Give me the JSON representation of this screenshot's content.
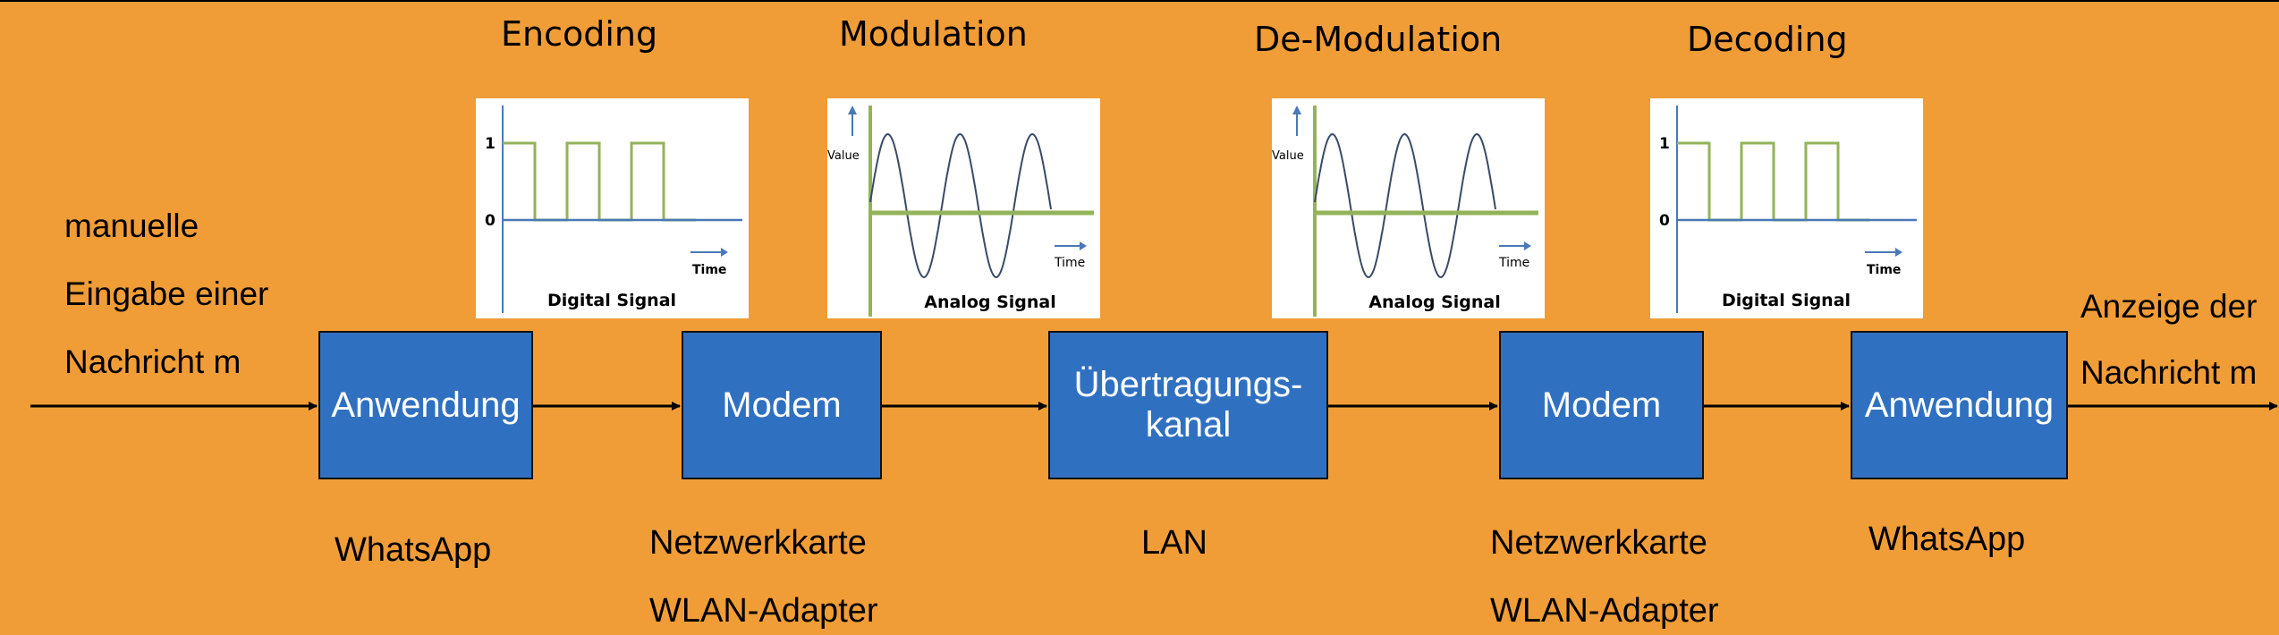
{
  "stages": {
    "encoding": "Encoding",
    "modulation": "Modulation",
    "demodulation": "De-Modulation",
    "decoding": "Decoding"
  },
  "input_text": [
    "manuelle",
    "Eingabe einer",
    "Nachricht m"
  ],
  "output_text": [
    "Anzeige der",
    "Nachricht m"
  ],
  "boxes": [
    {
      "label": "Anwendung"
    },
    {
      "label": "Modem"
    },
    {
      "label": "Übertragungs-\nkanal",
      "line1": "Übertragungs-",
      "line2": "kanal"
    },
    {
      "label": "Modem"
    },
    {
      "label": "Anwendung"
    }
  ],
  "sub_labels": [
    [
      "WhatsApp"
    ],
    [
      "Netzwerkkarte",
      "WLAN-Adapter"
    ],
    [
      "LAN"
    ],
    [
      "Netzwerkkarte",
      "WLAN-Adapter"
    ],
    [
      "WhatsApp"
    ]
  ],
  "signals": {
    "digital": {
      "title": "Digital Signal",
      "y_ticks": [
        "1",
        "0"
      ],
      "x_label": "Time",
      "bits": [
        1,
        0,
        1,
        0,
        1,
        0
      ]
    },
    "analog": {
      "title": "Analog Signal",
      "y_label": "Value",
      "x_label": "Time",
      "cycles": 2.5
    }
  },
  "colors": {
    "background": "#f09d38",
    "box_fill": "#3070c0",
    "signal_green": "#93b35a",
    "axis_blue": "#4a78b8",
    "wave_dark": "#3a4a66"
  }
}
